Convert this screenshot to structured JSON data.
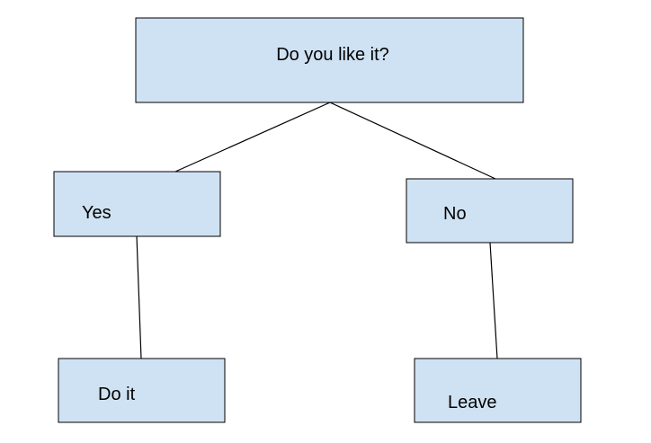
{
  "colors": {
    "node_fill": "#cfe2f3",
    "node_stroke": "#000000",
    "line": "#000000",
    "background": "#ffffff"
  },
  "nodes": {
    "root": {
      "label": "Do you like it?"
    },
    "yes": {
      "label": "Yes"
    },
    "no": {
      "label": "No"
    },
    "do_it": {
      "label": "Do it"
    },
    "leave": {
      "label": "Leave"
    }
  },
  "edges": [
    {
      "from": "root",
      "to": "yes"
    },
    {
      "from": "root",
      "to": "no"
    },
    {
      "from": "yes",
      "to": "do_it"
    },
    {
      "from": "no",
      "to": "leave"
    }
  ]
}
